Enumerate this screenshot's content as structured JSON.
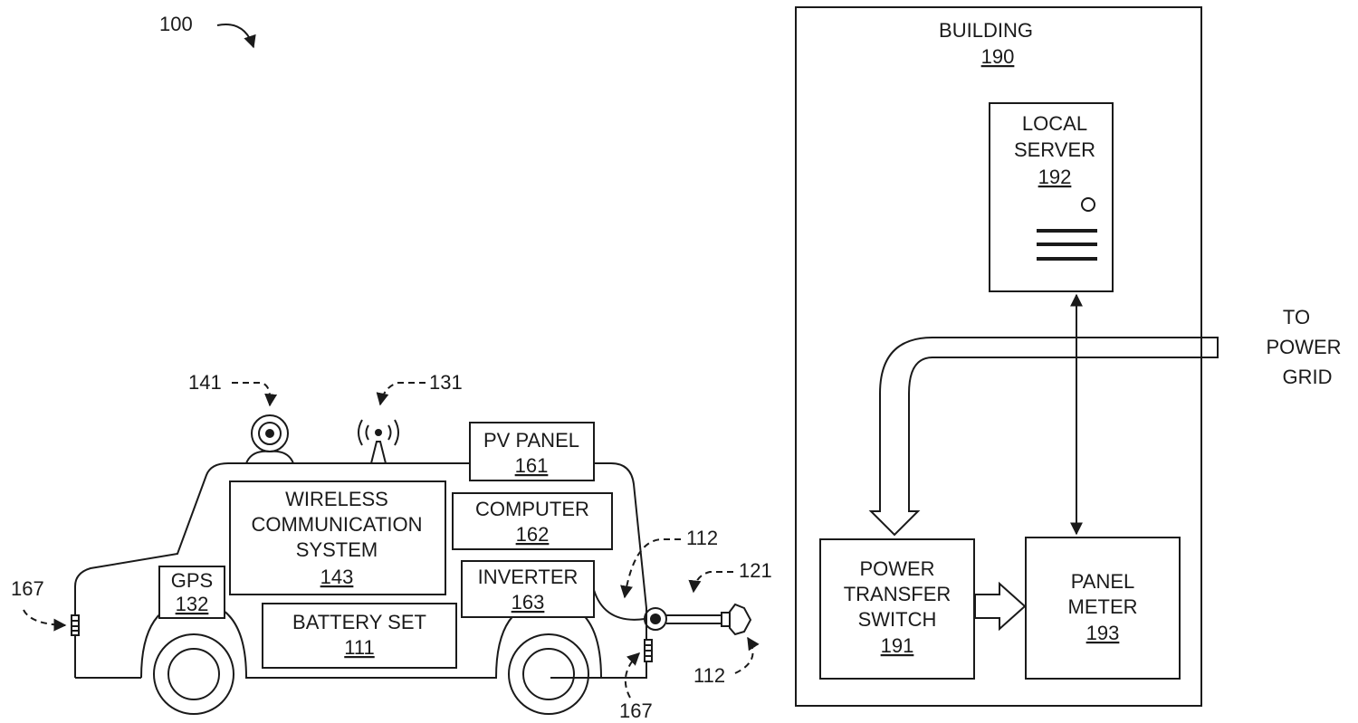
{
  "figure_ref": "100",
  "building": {
    "label": "BUILDING",
    "ref": "190"
  },
  "local_server": {
    "line1": "LOCAL",
    "line2": "SERVER",
    "ref": "192"
  },
  "grid": {
    "line1": "TO",
    "line2": "POWER",
    "line3": "GRID"
  },
  "power_transfer_switch": {
    "line1": "POWER",
    "line2": "TRANSFER",
    "line3": "SWITCH",
    "ref": "191"
  },
  "panel_meter": {
    "line1": "PANEL",
    "line2": "METER",
    "ref": "193"
  },
  "pv_panel": {
    "label": "PV PANEL",
    "ref": "161"
  },
  "wireless": {
    "line1": "WIRELESS",
    "line2": "COMMUNICATION",
    "line3": "SYSTEM",
    "ref": "143"
  },
  "computer": {
    "label": "COMPUTER",
    "ref": "162"
  },
  "inverter": {
    "label": "INVERTER",
    "ref": "163"
  },
  "gps": {
    "label": "GPS",
    "ref": "132"
  },
  "battery": {
    "label": "BATTERY SET",
    "ref": "111"
  },
  "refs": {
    "camera": "141",
    "antenna": "131",
    "cable_upper": "112",
    "cable_lower": "112",
    "plug": "121",
    "port_left": "167",
    "port_right": "167"
  }
}
